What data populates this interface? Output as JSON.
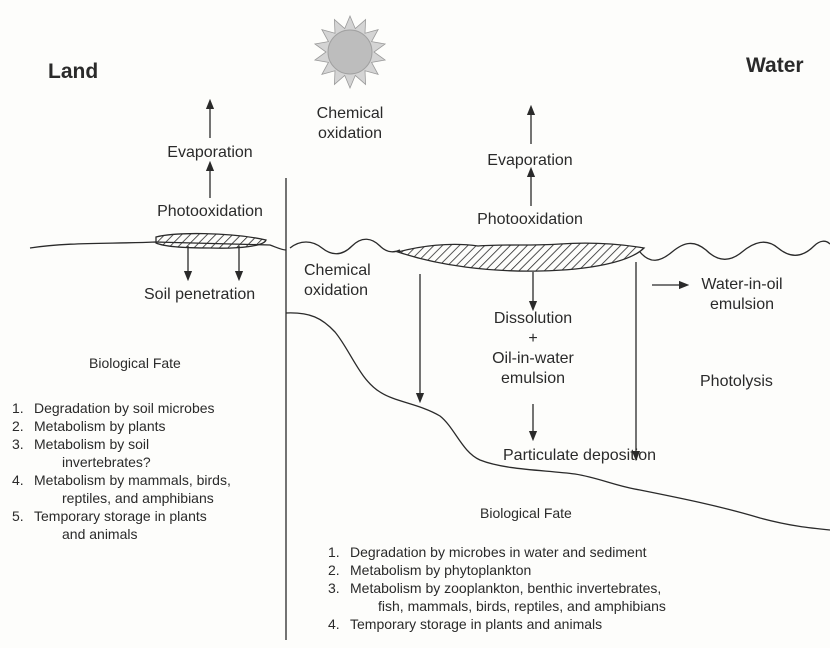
{
  "regions": {
    "land": "Land",
    "water": "Water"
  },
  "sun": {
    "label_line1": "Chemical",
    "label_line2": "oxidation",
    "icon": "sun-icon"
  },
  "land": {
    "evaporation": "Evaporation",
    "photooxidation": "Photooxidation",
    "soil_penetration": "Soil penetration",
    "bio_title": "Biological Fate",
    "bio_items": [
      {
        "num": "1.",
        "lines": [
          "Degradation by soil microbes"
        ]
      },
      {
        "num": "2.",
        "lines": [
          "Metabolism by plants"
        ]
      },
      {
        "num": "3.",
        "lines": [
          "Metabolism by soil",
          "invertebrates?"
        ]
      },
      {
        "num": "4.",
        "lines": [
          "Metabolism by mammals, birds,",
          "reptiles, and amphibians"
        ]
      },
      {
        "num": "5.",
        "lines": [
          "Temporary storage in plants",
          "and animals"
        ]
      }
    ]
  },
  "water": {
    "evaporation": "Evaporation",
    "photooxidation": "Photooxidation",
    "chem_ox_line1": "Chemical",
    "chem_ox_line2": "oxidation",
    "wio_line1": "Water-in-oil",
    "wio_line2": "emulsion",
    "dissolution": "Dissolution",
    "plus": "+",
    "oiw_line1": "Oil-in-water",
    "oiw_line2": "emulsion",
    "photolysis": "Photolysis",
    "particulate": "Particulate deposition",
    "bio_title": "Biological Fate",
    "bio_items": [
      {
        "num": "1.",
        "lines": [
          "Degradation by microbes in water and sediment"
        ]
      },
      {
        "num": "2.",
        "lines": [
          "Metabolism by phytoplankton"
        ]
      },
      {
        "num": "3.",
        "lines": [
          "Metabolism by zooplankton, benthic invertebrates,",
          "fish, mammals, birds, reptiles, and amphibians"
        ]
      },
      {
        "num": "4.",
        "lines": [
          "Temporary storage in plants and animals"
        ]
      }
    ]
  },
  "colors": {
    "ink": "#2a2a2a",
    "background": "#fdfdfb",
    "sun": "#bdbdbd"
  }
}
